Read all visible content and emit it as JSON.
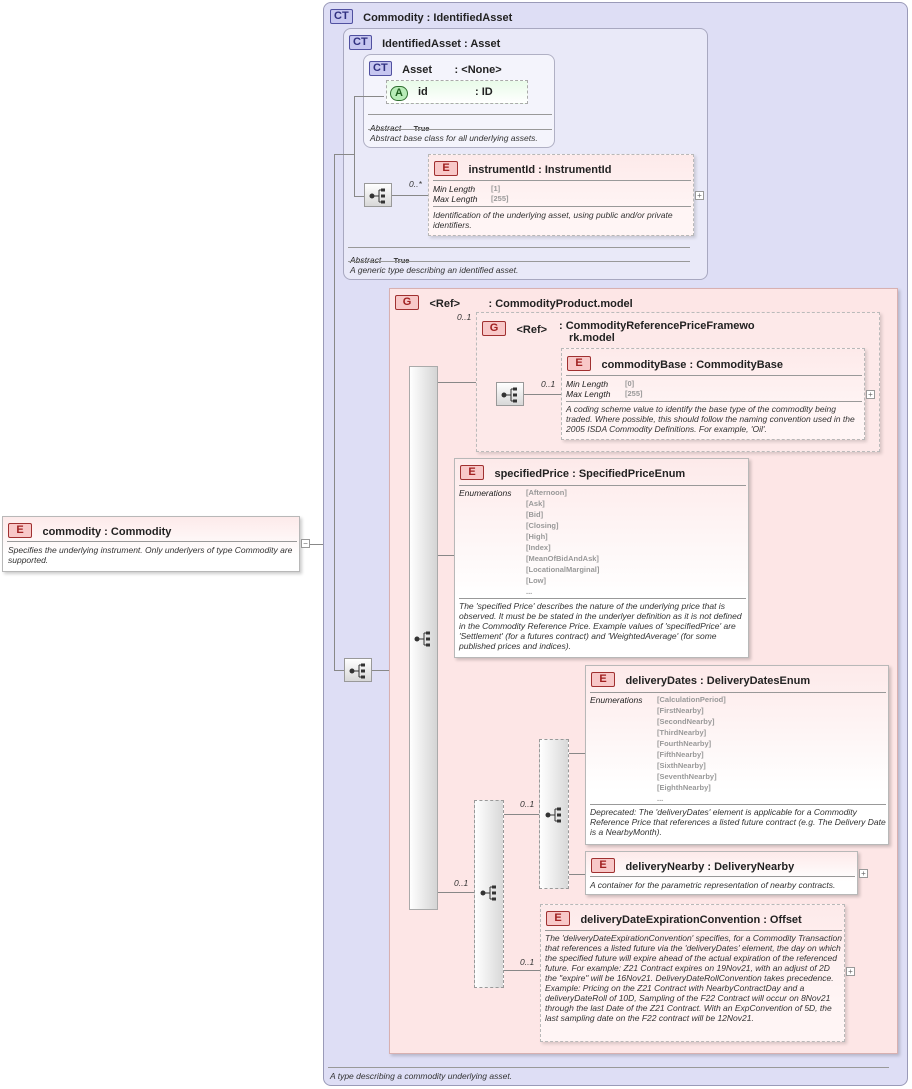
{
  "root": {
    "badge": "E",
    "title": "commodity : Commodity",
    "desc": "Specifies the underlying instrument. Only underlyers of type Commodity are supported."
  },
  "commodity_type": {
    "badge": "CT",
    "title": "Commodity : IdentifiedAsset",
    "footer": "A type describing a commodity underlying asset."
  },
  "identified_asset": {
    "badge": "CT",
    "title": "IdentifiedAsset : Asset",
    "abstract_label": "Abstract",
    "abstract_value": "True",
    "desc": "A generic type describing an identified asset."
  },
  "asset": {
    "badge": "CT",
    "title": "Asset",
    "base": ": <None>",
    "attr_badge": "A",
    "attr_name": "id",
    "attr_type": ": ID",
    "abstract_label": "Abstract",
    "abstract_value": "True",
    "desc": "Abstract base class for all underlying assets."
  },
  "instrument_id": {
    "badge": "E",
    "title": "instrumentId : InstrumentId",
    "occ": "0..*",
    "min_label": "Min Length",
    "min_value": "[1]",
    "max_label": "Max Length",
    "max_value": "[255]",
    "desc": "Identification of the underlying asset, using public and/or private identifiers."
  },
  "product_group": {
    "badge": "G",
    "ref": "<Ref>",
    "title": ": CommodityProduct.model"
  },
  "ref_price_group": {
    "badge": "G",
    "ref": "<Ref>",
    "title_line1": ": CommodityReferencePriceFramewo",
    "title_line2": "rk.model",
    "occ": "0..1"
  },
  "commodity_base": {
    "badge": "E",
    "title": "commodityBase : CommodityBase",
    "occ": "0..1",
    "min_label": "Min Length",
    "min_value": "[0]",
    "max_label": "Max Length",
    "max_value": "[255]",
    "desc": "A coding scheme value to identify the base type of the commodity being traded. Where possible, this should follow the naming convention used in the 2005 ISDA Commodity Definitions. For example, 'Oil'."
  },
  "specified_price": {
    "badge": "E",
    "title": "specifiedPrice : SpecifiedPriceEnum",
    "enum_label": "Enumerations",
    "enums": [
      "[Afternoon]",
      "[Ask]",
      "[Bid]",
      "[Closing]",
      "[High]",
      "[Index]",
      "[MeanOfBidAndAsk]",
      "[LocationalMarginal]",
      "[Low]",
      "..."
    ],
    "desc": "The 'specified Price' describes the nature of the underlying price that is observed. It must be be stated in the underlyer definition as it is not defined in the Commodity Reference Price. Example values of 'specifiedPrice' are 'Settlement' (for a futures contract) and 'WeightedAverage' (for some published prices and indices)."
  },
  "delivery_dates": {
    "badge": "E",
    "title": "deliveryDates : DeliveryDatesEnum",
    "enum_label": "Enumerations",
    "enums": [
      "[CalculationPeriod]",
      "[FirstNearby]",
      "[SecondNearby]",
      "[ThirdNearby]",
      "[FourthNearby]",
      "[FifthNearby]",
      "[SixthNearby]",
      "[SeventhNearby]",
      "[EighthNearby]",
      "..."
    ],
    "desc": "Deprecated: The 'deliveryDates' element is applicable for a Commodity Reference Price that references a listed future contract (e.g. The Delivery Date is a NearbyMonth)."
  },
  "delivery_nearby": {
    "badge": "E",
    "title": "deliveryNearby : DeliveryNearby",
    "desc": "A container for the parametric representation of nearby contracts."
  },
  "expiration": {
    "badge": "E",
    "title": "deliveryDateExpirationConvention : Offset",
    "occ": "0..1",
    "desc": "The 'deliveryDateExpirationConvention' specifies, for a Commodity Transaction that references a listed future via the 'deliveryDates' element, the day on which the specified future will expire ahead of the actual expiration of the referenced future. For example: Z21 Contract expires on 19Nov21, with an adjust of 2D the \"expire\" will be 16Nov21. DeliveryDateRollConvention takes precedence. Example: Pricing on the Z21 Contract with NearbyContractDay and a deliveryDateRoll of 10D, Sampling of the F22 Contract will occur on 8Nov21 through the last Date of the Z21 Contract. With an ExpConvention of 5D, the last sampling date on the F22 contract will be 12Nov21."
  },
  "occ_labels": {
    "outer_choice": "0..1",
    "inner_choice": "0..1"
  },
  "icons": {
    "expand": "+",
    "collapse": "−"
  }
}
